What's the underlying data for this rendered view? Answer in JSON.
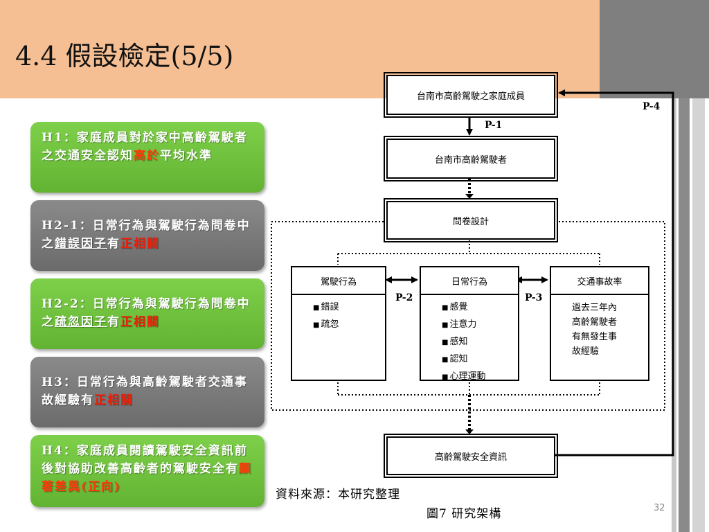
{
  "slide": {
    "title": "4.4 假設檢定(5/5)",
    "page_number": "32"
  },
  "hypotheses": [
    {
      "id": "H1",
      "parts": [
        "H1：家庭成員對於家中高齡駕駛者之交通安全認知",
        "高於",
        "平均水準"
      ]
    },
    {
      "id": "H2-1",
      "parts": [
        "H2-1：日常行為與駕駛行為問卷中之",
        "錯誤因子",
        "有",
        "正相關"
      ]
    },
    {
      "id": "H2-2",
      "parts": [
        "H2-2：日常行為與駕駛行為問卷中之",
        "疏忽因子",
        "有",
        "正相關"
      ]
    },
    {
      "id": "H3",
      "parts": [
        "H3：日常行為與高齡駕駛者交通事故經驗有",
        "正相關"
      ]
    },
    {
      "id": "H4",
      "parts": [
        "H4：家庭成員閱讀駕駛安全資訊前後對協助改善高齡者的駕駛安全有",
        "顯著差異(正向)"
      ]
    }
  ],
  "diagram": {
    "family_box": "台南市高齡駕駛之家庭成員",
    "driver_box": "台南市高齡駕駛者",
    "questionnaire_box": "問卷設計",
    "safety_info_box": "高齡駕駛安全資訊",
    "driving_behavior": {
      "header": "駕駛行為",
      "items": [
        "錯誤",
        "疏忽"
      ]
    },
    "daily_behavior": {
      "header": "日常行為",
      "items": [
        "感覺",
        "注意力",
        "感知",
        "認知",
        "心理運動"
      ]
    },
    "accident_rate": {
      "header": "交通事故率",
      "text": [
        "過去三年內",
        "高齡駕駛者",
        "有無發生事",
        "故經驗"
      ]
    },
    "paths": {
      "p1": "P-1",
      "p2": "P-2",
      "p3": "P-3",
      "p4": "P-4"
    }
  },
  "captions": {
    "source": "資料來源：本研究整理",
    "figure": "圖7 研究架構"
  },
  "colors": {
    "header_bg": "#f6bf93",
    "header_gray": "#7f7f7f",
    "green_box": "#6cbf3c",
    "gray_box": "#7a7a7a",
    "highlight_red": "#e8220c"
  }
}
